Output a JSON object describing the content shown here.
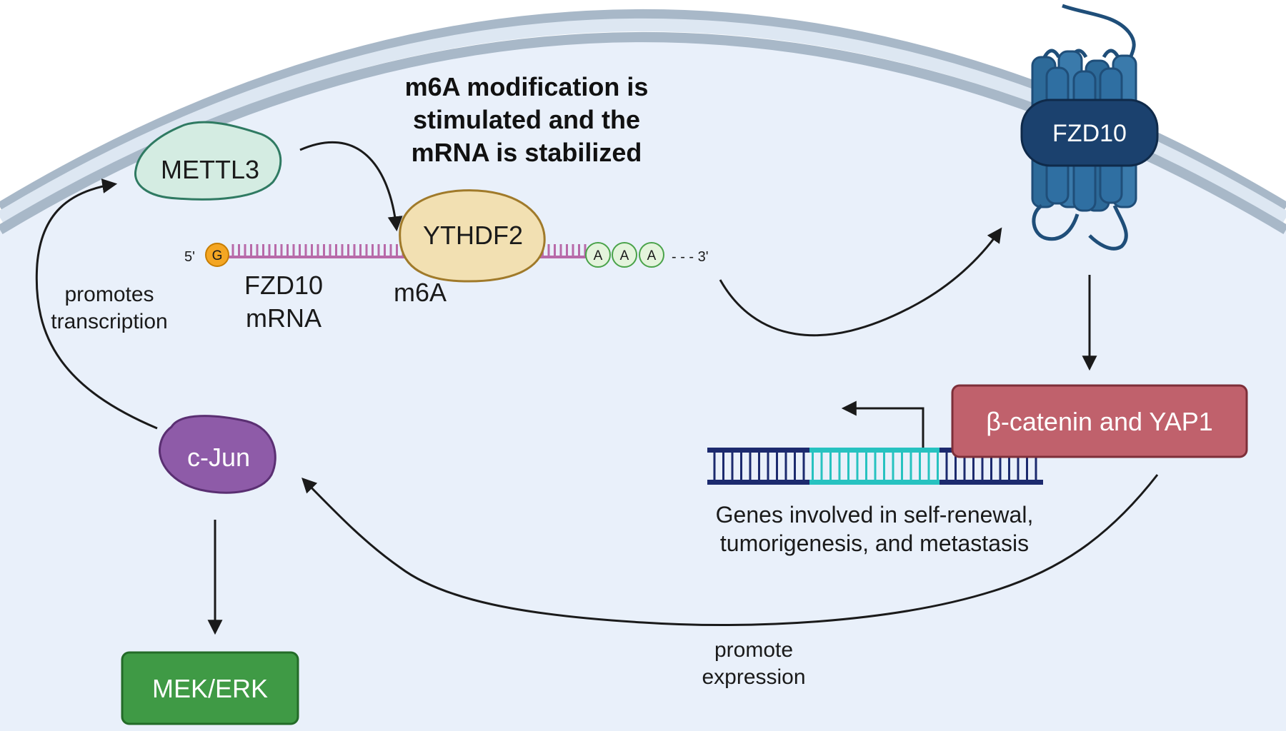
{
  "headline": {
    "line1": "m6A modification is",
    "line2": "stimulated and the",
    "line3": "mRNA is stabilized"
  },
  "nodes": {
    "mettl3": "METTL3",
    "ythdf2": "YTHDF2",
    "fzd10": "FZD10",
    "beta_catenin": "β-catenin and YAP1",
    "cjun": "c-Jun",
    "mek_erk": "MEK/ERK"
  },
  "mrna": {
    "five_prime": "5'",
    "cap": "G",
    "label_line1": "FZD10",
    "label_line2": "mRNA",
    "m6a": "m6A",
    "polyA": [
      "A",
      "A",
      "A"
    ],
    "three_prime": "- - - 3'"
  },
  "labels": {
    "promotes_line1": "promotes",
    "promotes_line2": "transcription",
    "genes_line1": "Genes involved in self-renewal,",
    "genes_line2": "tumorigenesis, and metastasis",
    "promote_line1": "promote",
    "promote_line2": "expression"
  },
  "colors": {
    "cytoplasm": "#e9f0fa",
    "membrane": "#a8b8c8",
    "membrane_light": "#dde7f2",
    "mettl3_fill": "#d4ece2",
    "ythdf2_fill": "#f2e0b2",
    "mrna": "#b86aa9",
    "fzd10_dark": "#1f4e79",
    "fzd10_body": "#2d6a99",
    "beta_fill": "#c0616c",
    "cjun_fill": "#8e5ba8",
    "mek_fill": "#3f9a45",
    "dna_dark": "#1c2a6e",
    "dna_teal": "#27c2c0"
  }
}
